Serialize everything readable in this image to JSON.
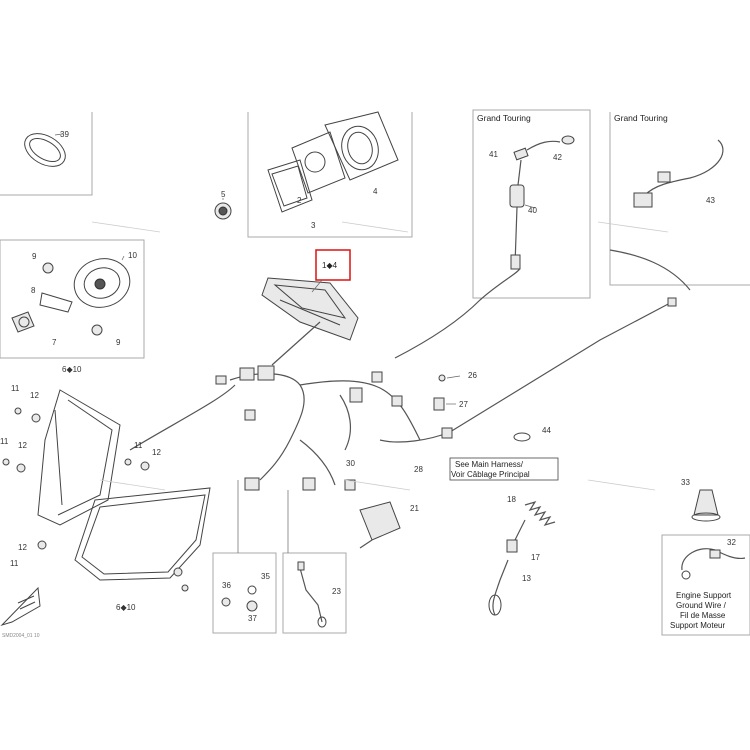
{
  "diagram": {
    "callouts": {
      "c39": "39",
      "c5": "5",
      "c2": "2",
      "c3": "3",
      "c4": "4",
      "c41": "41",
      "c42": "42",
      "c40": "40",
      "c43": "43",
      "c9a": "9",
      "c10": "10",
      "c8": "8",
      "c7": "7",
      "c9b": "9",
      "c610a": "6◆10",
      "c11a": "11",
      "c12a": "12",
      "c11b": "11",
      "c12b": "12",
      "c11c": "11",
      "c12c": "12",
      "c12d": "12",
      "c11d": "11",
      "c610b": "6◆10",
      "c26": "26",
      "c27": "27",
      "c44": "44",
      "c28": "28",
      "c30": "30",
      "c21": "21",
      "c18": "18",
      "c17": "17",
      "c13": "13",
      "c33": "33",
      "c32": "32",
      "c36": "36",
      "c35": "35",
      "c37": "37",
      "c23": "23",
      "c14": "1◆4"
    },
    "box_titles": {
      "grand_touring_1": "Grand Touring",
      "grand_touring_2": "Grand Touring"
    },
    "notes": {
      "main_harness_1": "See Main Harness/",
      "main_harness_2": "Voir Câblage Principal",
      "engine_support_1": "Engine Support",
      "engine_support_2": "Ground Wire /",
      "engine_support_3": "Fil de Masse",
      "engine_support_4": "Support Moteur"
    },
    "ref_code": "SMD2004_01 10",
    "colors": {
      "highlight": "#dd1111",
      "line": "#444444",
      "frame": "#aaaaaa"
    }
  }
}
